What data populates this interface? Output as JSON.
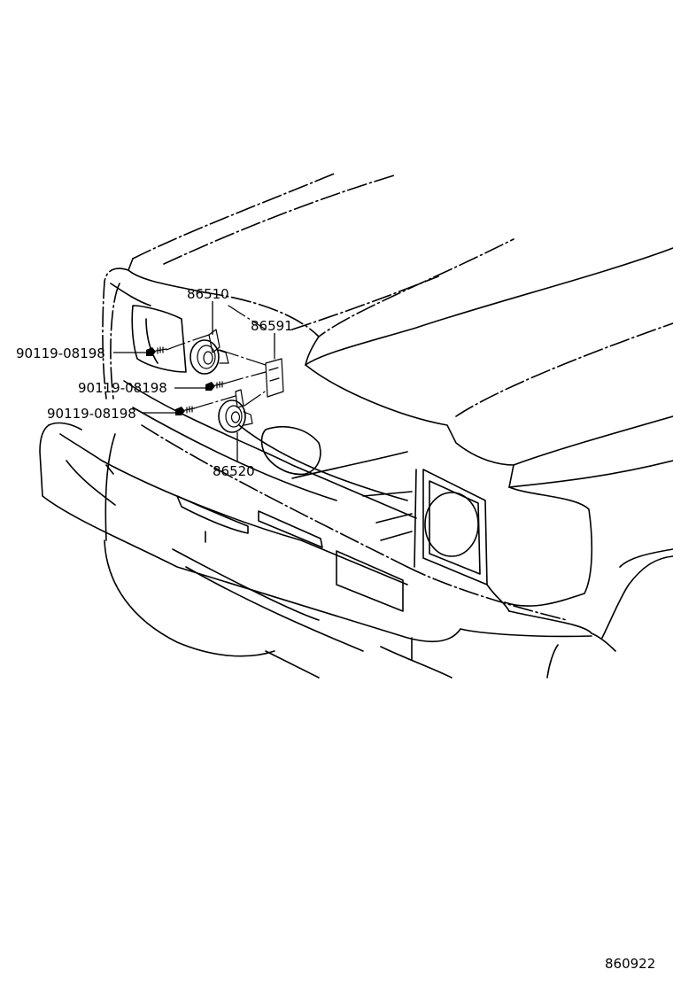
{
  "labels": {
    "horn_high": "86510",
    "bracket": "86591",
    "bolt_1": "90119-08198",
    "bolt_2": "90119-08198",
    "bolt_3": "90119-08198",
    "horn_low": "86520"
  },
  "diagram_code": "860922"
}
